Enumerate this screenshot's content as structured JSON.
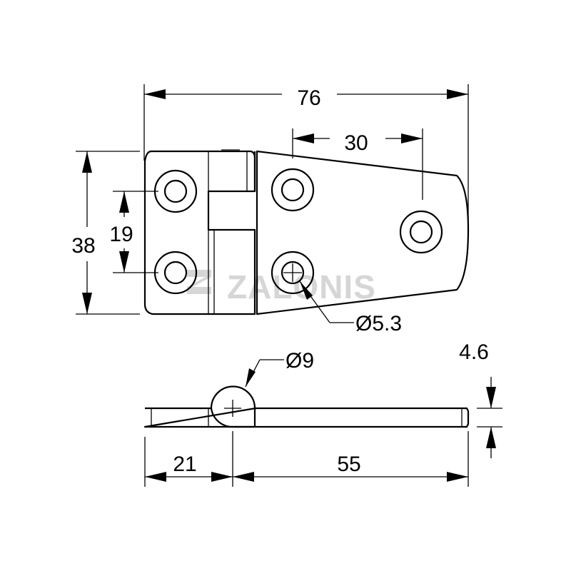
{
  "colors": {
    "line": "#000000",
    "background": "#ffffff",
    "watermark": "#d6d6d6"
  },
  "dimensions": {
    "overall_length": "76",
    "hole_spacing_horizontal": "30",
    "height": "38",
    "hole_spacing_vertical": "19",
    "hole_diameter": "Ø5.3",
    "knuckle_diameter": "Ø9",
    "thickness": "4.6",
    "short_leaf_length": "21",
    "long_leaf_length": "55"
  },
  "watermark": {
    "text": "ZALONIS",
    "icon": "zalonis-logo-icon"
  }
}
